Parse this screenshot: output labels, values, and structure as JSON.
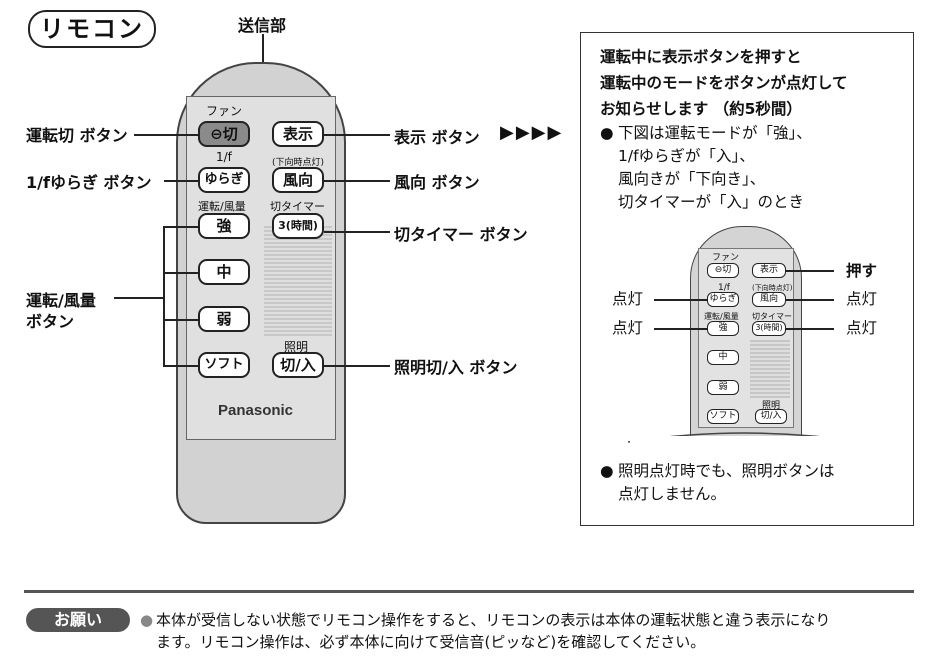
{
  "title": "リモコン",
  "remote": {
    "transmitter_label": "送信部",
    "fan_label": "ファン",
    "rhythm_label": "1/f",
    "direction_small_label": "(下向時点灯)",
    "speed_small_label": "運転/風量",
    "timer_small_label": "切タイマー",
    "light_small_label": "照明",
    "buttons": {
      "off": "⊖切",
      "display": "表示",
      "rhythm": "ゆらぎ",
      "direction": "風向",
      "strong": "強",
      "timer": "3(時間)",
      "medium": "中",
      "weak": "弱",
      "soft": "ソフト",
      "light": "切/入"
    },
    "brand": "Panasonic"
  },
  "callouts": {
    "off_button": "運転切 ボタン",
    "rhythm_button": "1/fゆらぎ ボタン",
    "speed_button_line1": "運転/風量",
    "speed_button_line2": "ボタン",
    "display_button": "表示 ボタン",
    "arrows": "▶▶▶▶",
    "direction_button": "風向 ボタン",
    "timer_button": "切タイマー ボタン",
    "light_button": "照明切/入 ボタン"
  },
  "info": {
    "heading_lines": [
      "運転中に表示ボタンを押すと",
      "運転中のモードをボタンが点灯して",
      "お知らせします （約5秒間）"
    ],
    "bullet1_lines": [
      "下図は運転モードが「強」、",
      "1/fゆらぎが「入」、",
      "風向きが「下向き」、",
      "切タイマーが「入」のとき"
    ],
    "mini": {
      "fan": "ファン",
      "rhythm": "1/f",
      "dir_small": "(下向時点灯)",
      "speed_small": "運転/風量",
      "timer_small": "切タイマー",
      "light_small": "照明",
      "off": "⊖切",
      "display": "表示",
      "rhythm_btn": "ゆらぎ",
      "direction": "風向",
      "strong": "強",
      "timer": "3(時間)",
      "medium": "中",
      "weak": "弱",
      "soft": "ソフト",
      "light": "切/入"
    },
    "press_label": "押す",
    "lit_label": "点灯",
    "bullet2_lines": [
      "照明点灯時でも、照明ボタンは",
      "点灯しません。"
    ]
  },
  "note": {
    "badge": "お願い",
    "line1": "本体が受信しない状態でリモコン操作をすると、リモコンの表示は本体の運転状態と違う表示になり",
    "line2": "ます。リモコン操作は、必ず本体に向けて受信音(ピッなど)を確認してください。"
  }
}
